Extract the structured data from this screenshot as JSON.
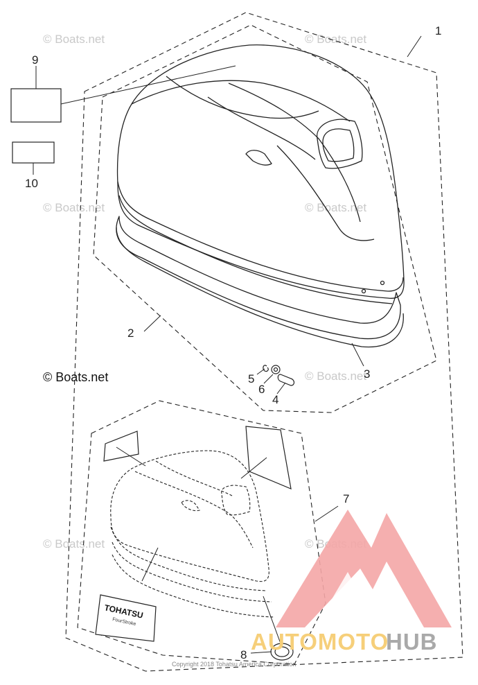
{
  "callouts": {
    "c1": "1",
    "c2": "2",
    "c3": "3",
    "c4": "4",
    "c5": "5",
    "c6": "6",
    "c7": "7",
    "c8": "8",
    "c9": "9",
    "c10": "10"
  },
  "watermark": "© Boats.net",
  "copyright_main": "© Boats.net",
  "decal_brand": "TOHATSU",
  "decal_sub": "FourStroke",
  "footer": "Copyright 2018 Tohatsu America Corporation",
  "logo": {
    "part1": "AUTOMOTO",
    "part2": "HUB",
    "color_red": "#f4a6a6",
    "color_yellow": "#f6cf7a",
    "color_grey": "#a9a9a9"
  }
}
